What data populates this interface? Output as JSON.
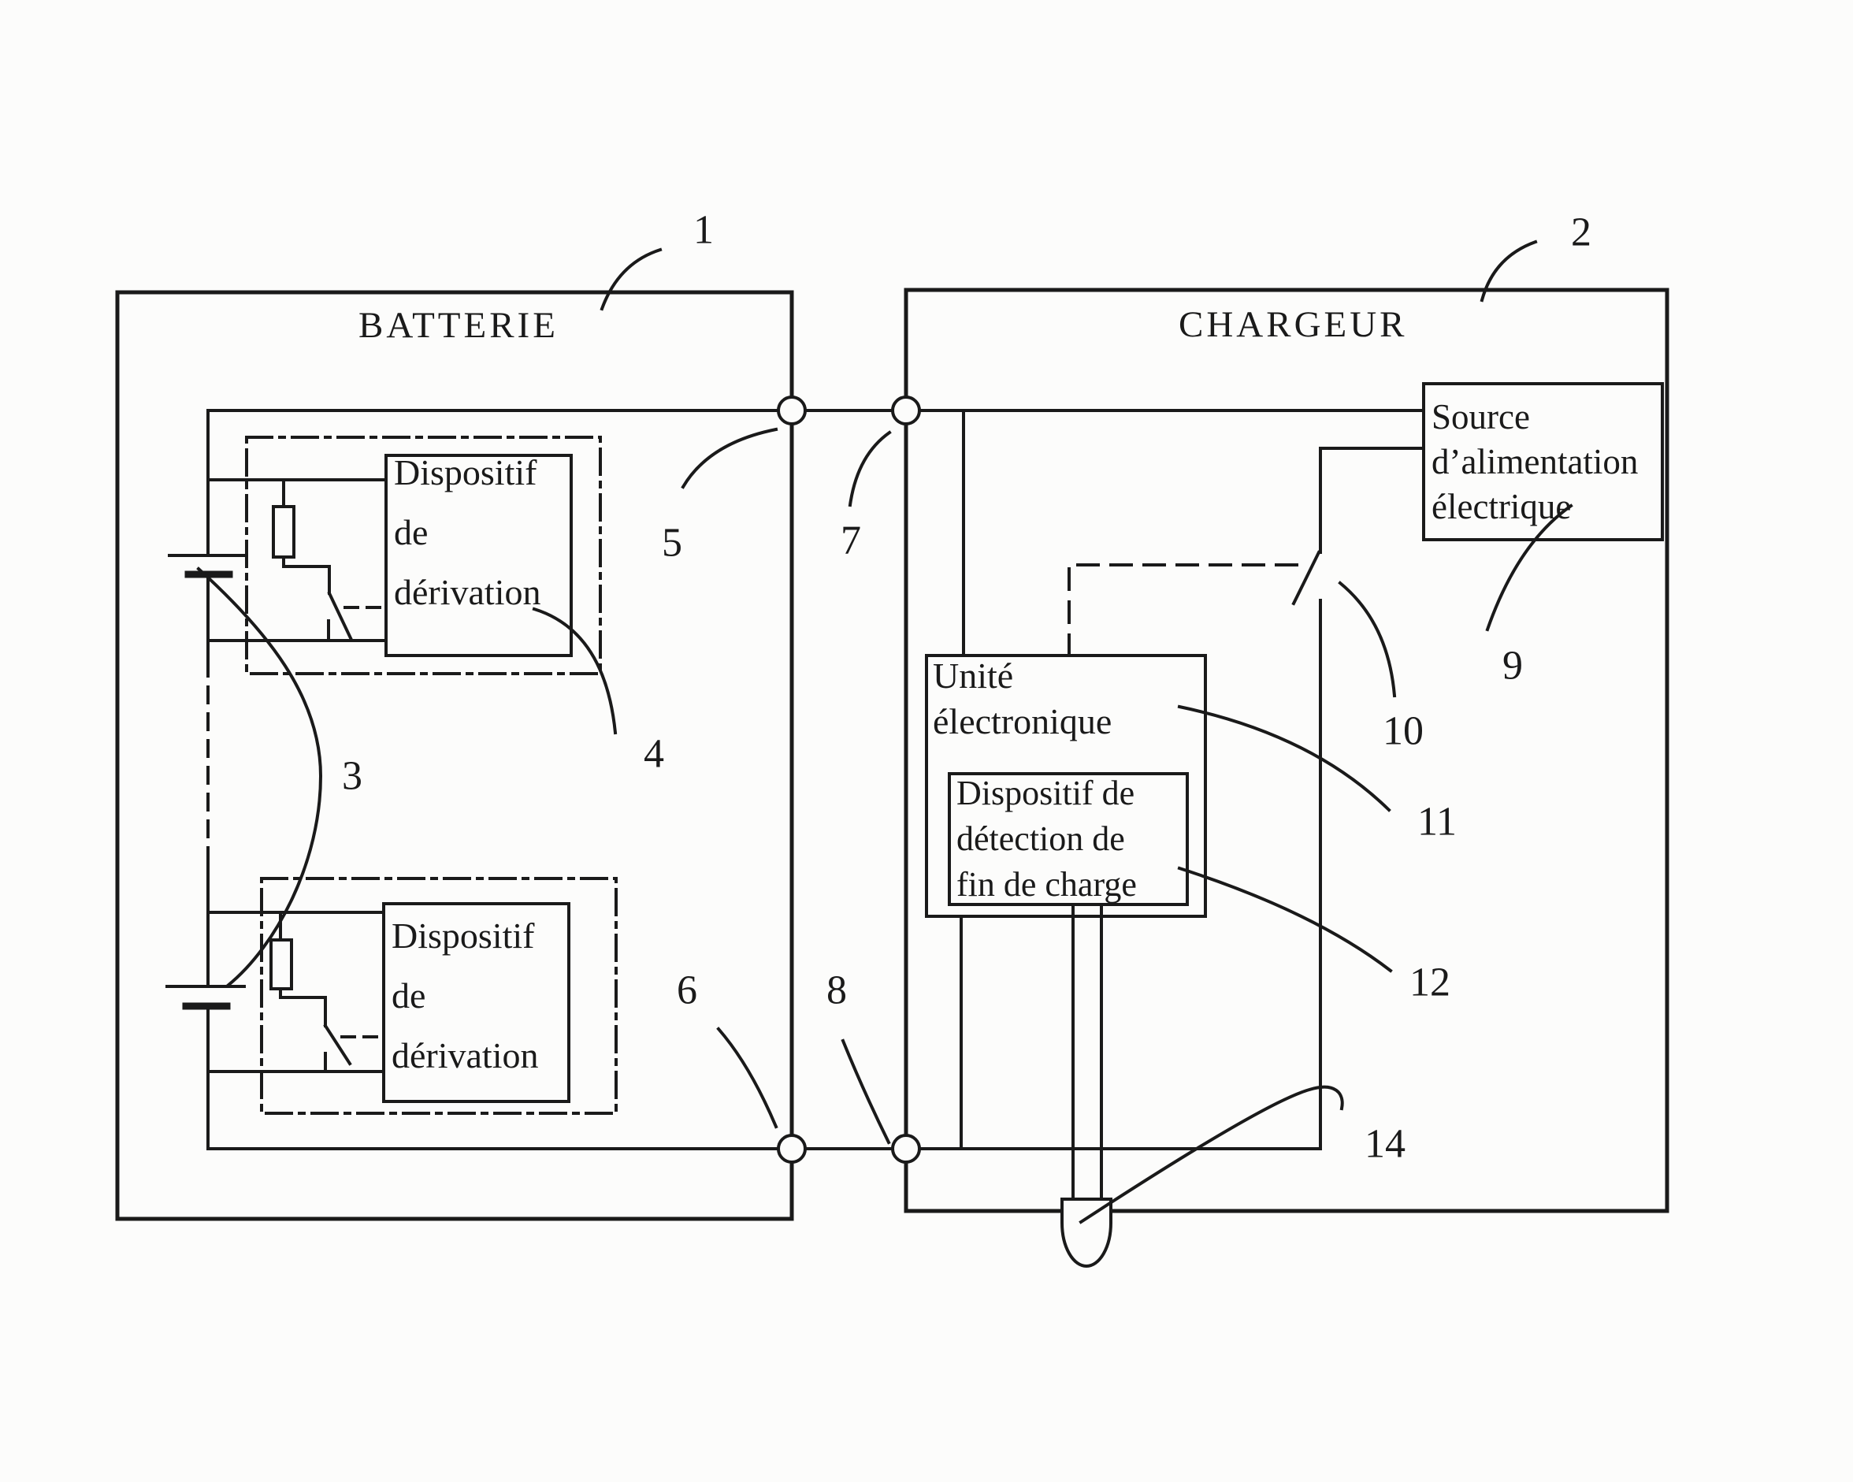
{
  "figure": {
    "background": "#fcfcfb",
    "ink": "#1a1a1a"
  },
  "battery": {
    "title": "BATTERIE",
    "derivation_device_1": "Dispositif\nde\ndérivation",
    "derivation_device_2": "Dispositif\nde\ndérivation"
  },
  "charger": {
    "title": "CHARGEUR",
    "power_source": "Source\nd’alimentation\nélectrique",
    "electronic_unit": "Unité\nélectronique",
    "end_of_charge_detector": "Dispositif de\ndétection de\nfin de charge"
  },
  "refs": {
    "r1": "1",
    "r2": "2",
    "r3": "3",
    "r4": "4",
    "r5": "5",
    "r6": "6",
    "r7": "7",
    "r8": "8",
    "r9": "9",
    "r10": "10",
    "r11": "11",
    "r12": "12",
    "r14": "14"
  }
}
